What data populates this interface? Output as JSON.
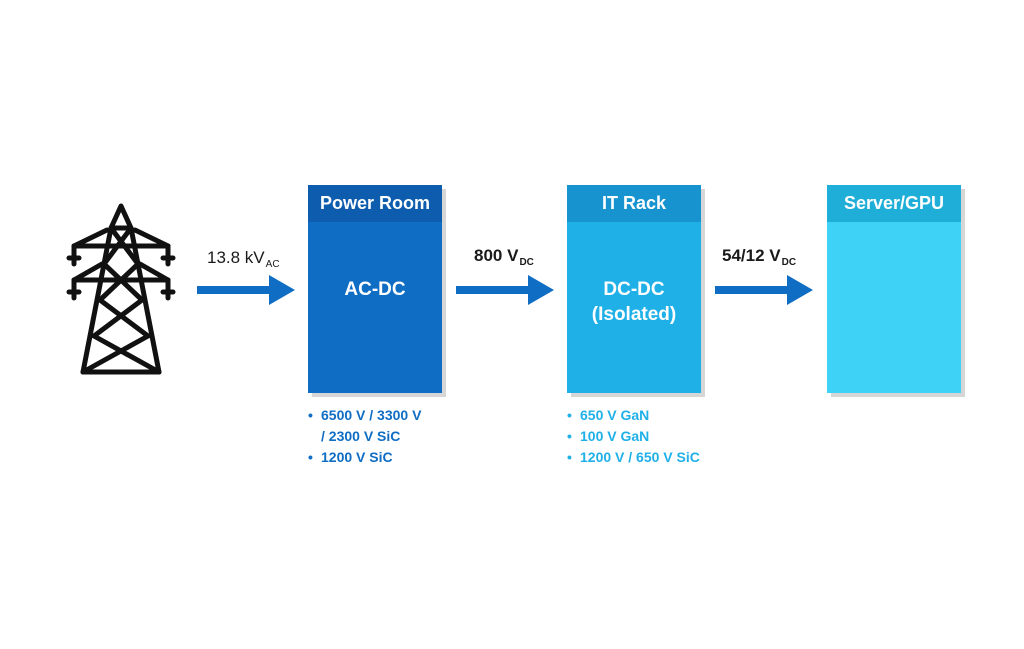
{
  "grid_input": {
    "label_main": "13.8 kV",
    "label_sub": "AC"
  },
  "link_1": {
    "label_main": "800 V",
    "label_sub": "DC"
  },
  "link_2": {
    "label_main": "54/12 V",
    "label_sub": "DC"
  },
  "blocks": [
    {
      "header": "Power Room",
      "body": [
        "AC-DC"
      ],
      "bullets": [
        "6500 V / 3300 V",
        "/ 2300 V SiC",
        "1200 V SiC"
      ],
      "bullet_markers": [
        "•",
        "",
        "•"
      ]
    },
    {
      "header": "IT Rack",
      "body": [
        "DC-DC",
        "(Isolated)"
      ],
      "bullets": [
        "650 V GaN",
        "100 V GaN",
        "1200 V / 650 V SiC"
      ],
      "bullet_markers": [
        "•",
        "•",
        "•"
      ]
    },
    {
      "header": "Server/GPU",
      "body": []
    }
  ],
  "colors": {
    "arrow": "#0f6dc4",
    "power_room": "#0f6dc4",
    "it_rack": "#1fb0e8",
    "server_gpu": "#3ed2f7"
  },
  "icons": {
    "grid_source": "transmission-tower-icon"
  }
}
